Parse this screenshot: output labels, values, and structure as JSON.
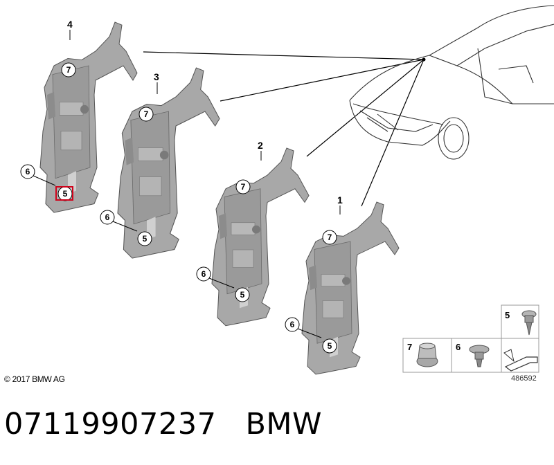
{
  "diagram": {
    "part_numbers": {
      "p1": "1",
      "p2": "2",
      "p3": "3",
      "p4": "4"
    },
    "callouts": {
      "c5": "5",
      "c6": "6",
      "c7": "7"
    },
    "legend": {
      "screw": "5",
      "nut": "7",
      "clip": "6"
    },
    "highlight_color": "#d0021b",
    "line_color": "#000000",
    "part_fill": "#a9a9a9"
  },
  "footer": {
    "copyright": "© 2017 BMW AG",
    "image_number": "486592"
  },
  "title_line": {
    "part_number": "07119907237",
    "brand": "BMW"
  }
}
